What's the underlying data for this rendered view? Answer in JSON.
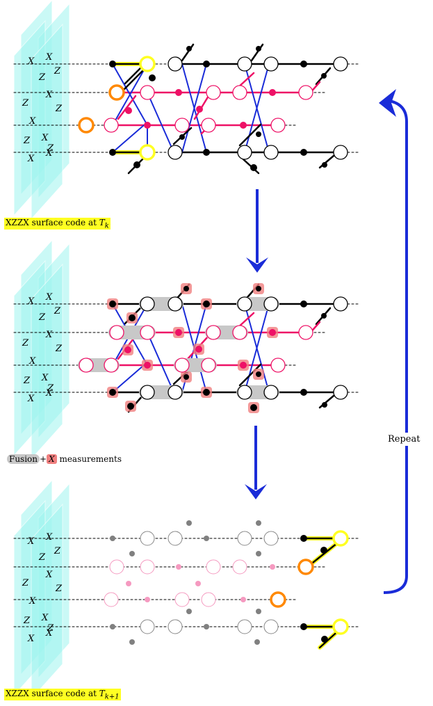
{
  "captions": {
    "panel1": "XZZX surface code at ",
    "panel1_sub": "T",
    "panel1_sub_idx": "k",
    "panel2_fusion": "Fusion",
    "panel2_plus": "+",
    "panel2_x": "X",
    "panel2_rest": " measurements",
    "panel3": "XZZX surface code at ",
    "panel3_sub": "T",
    "panel3_sub_idx": "k+1",
    "repeat": "Repeat"
  },
  "stabilizer_labels": [
    "X",
    "X",
    "Z",
    "Z",
    "X",
    "Z",
    "Z",
    "X",
    "X",
    "Z",
    "Z",
    "X",
    "X"
  ],
  "colors": {
    "cyan": "#9ff5ef",
    "pink": "#ee1166",
    "blue": "#1a2cd8",
    "yellow": "#ffff22",
    "orange": "#ff8800",
    "gray": "#808080",
    "light_pink": "#f59ac0",
    "fusion_gray": "#c8c8c8",
    "x_red": "#f08080"
  }
}
